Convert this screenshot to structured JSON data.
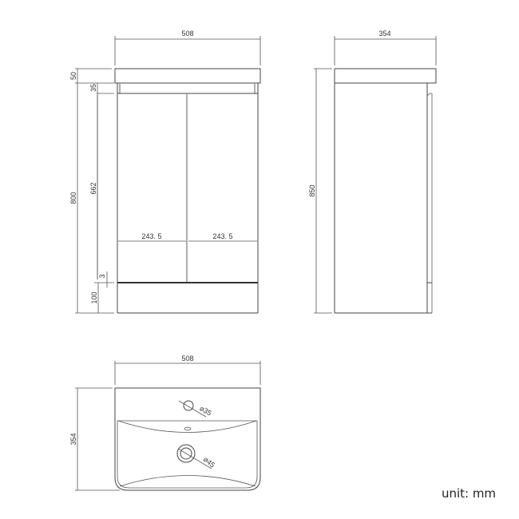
{
  "drawing": {
    "unit_label": "unit: mm",
    "front_view": {
      "width": "508",
      "top_thickness": "50",
      "top_gap": "35",
      "overall_height": "800",
      "door_height": "662",
      "door_width_left": "243. 5",
      "door_width_right": "243. 5",
      "gap": "3",
      "plinth_height": "100"
    },
    "side_view": {
      "depth": "354",
      "overall_height": "850"
    },
    "top_view": {
      "width": "508",
      "depth": "354",
      "tap_hole": "⌀35",
      "waste_hole": "⌀45"
    }
  }
}
